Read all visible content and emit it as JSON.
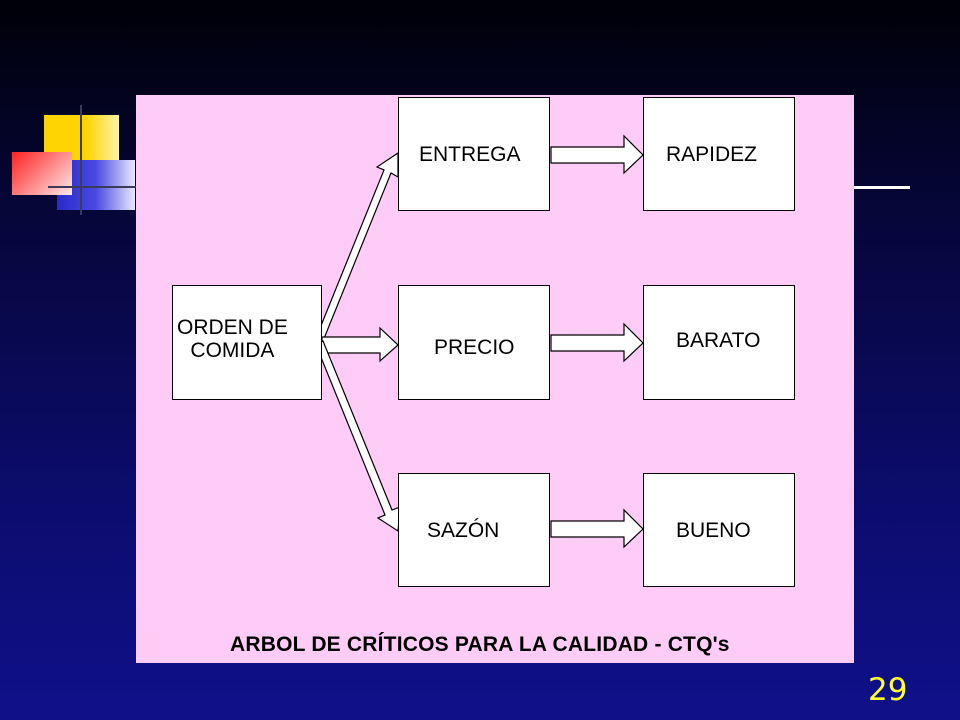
{
  "root": {
    "label": "ORDEN DE\nCOMIDA"
  },
  "criteria": [
    {
      "label": "ENTREGA",
      "result": "RAPIDEZ"
    },
    {
      "label": "PRECIO",
      "result": "BARATO"
    },
    {
      "label": "SAZÓN",
      "result": "BUENO"
    }
  ],
  "caption": "ARBOL DE CRÍTICOS PARA LA CALIDAD - CTQ's",
  "slide_number": "29",
  "colors": {
    "panel": "#ffccf7",
    "background": "#0c0c6e",
    "slide_number": "#ffff33"
  }
}
